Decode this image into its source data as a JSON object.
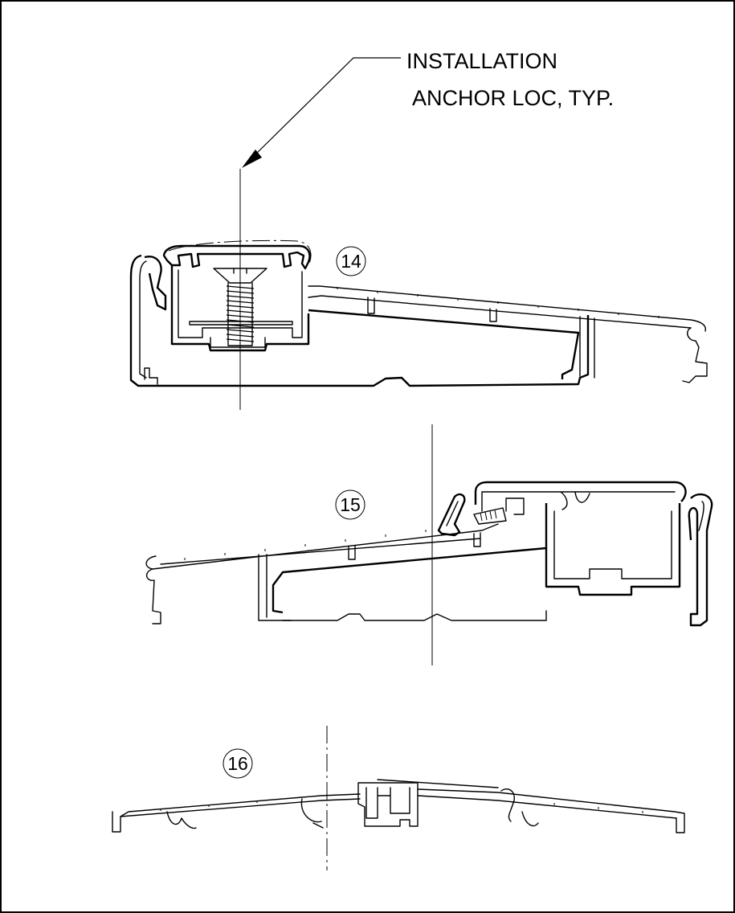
{
  "annotation": {
    "line1": "INSTALLATION",
    "line2": "ANCHOR LOC, TYP."
  },
  "details": [
    {
      "tag": "14"
    },
    {
      "tag": "15"
    },
    {
      "tag": "16"
    }
  ]
}
